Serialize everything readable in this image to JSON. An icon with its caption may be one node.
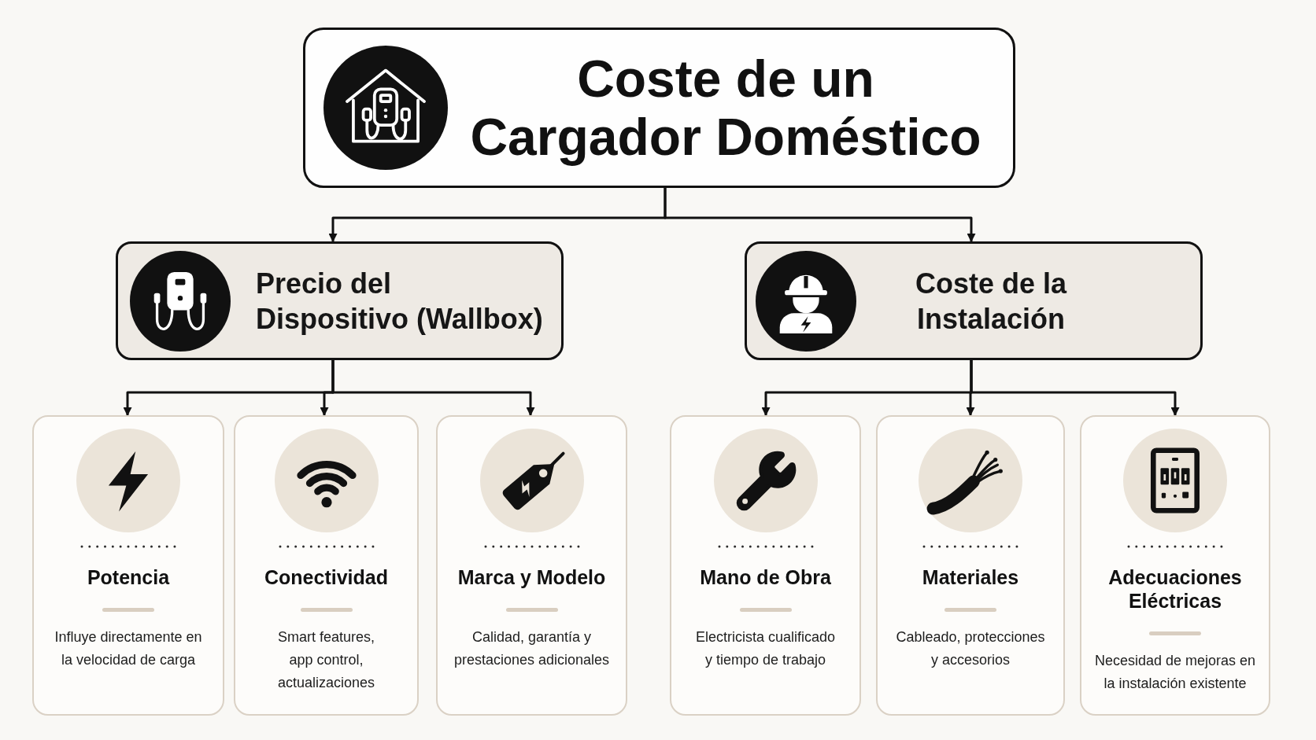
{
  "diagram": {
    "nodes": [
      {
        "text": [
          "Coste de un Cargador Doméstico"
        ]
      },
      {
        "text": [
          "Precio del Dispositivo (Wallbox)"
        ]
      },
      {
        "text": [
          "Coste de la Instalación"
        ]
      },
      {
        "text": [
          "Potencia",
          "Influye directamente en la velocidad de carga"
        ]
      },
      {
        "text": [
          "Conectividad",
          "Smart features, app control, actualizaciones"
        ]
      },
      {
        "text": [
          "Marca y Modelo",
          "Calidad, garantía y prestaciones adicionales"
        ]
      },
      {
        "text": [
          "Mano de Obra",
          "Electricista cualificado y tiempo de trabajo"
        ]
      },
      {
        "text": [
          "Materiales",
          "Cableado, protecciones y accesorios"
        ]
      },
      {
        "text": [
          "Adecuaciones Eléctricas",
          "Necesidad de mejoras en la instalación existente"
        ]
      }
    ],
    "edges": [
      {
        "from": 0,
        "to": 1,
        "arrow": "to"
      },
      {
        "from": 0,
        "to": 2,
        "arrow": "to"
      },
      {
        "from": 1,
        "to": 3,
        "arrow": "to"
      },
      {
        "from": 1,
        "to": 4,
        "arrow": "to"
      },
      {
        "from": 1,
        "to": 5,
        "arrow": "to"
      },
      {
        "from": 2,
        "to": 6,
        "arrow": "to"
      },
      {
        "from": 2,
        "to": 7,
        "arrow": "to"
      },
      {
        "from": 2,
        "to": 8,
        "arrow": "to"
      }
    ]
  }
}
